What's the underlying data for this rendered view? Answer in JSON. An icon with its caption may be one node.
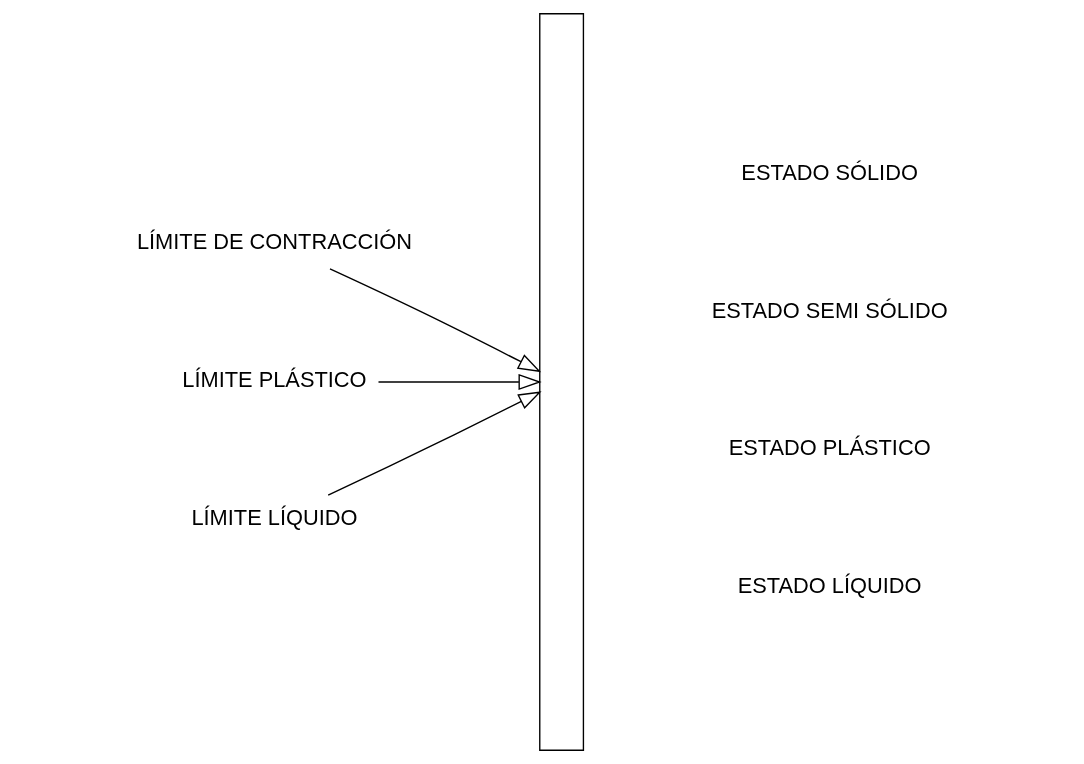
{
  "diagram": {
    "nodes": [
      {
        "text": [],
        "shape": "bar"
      },
      {
        "text": [
          "LÍMITE DE CONTRACCIÓN"
        ]
      },
      {
        "text": [
          "LÍMITE PLÁSTICO"
        ]
      },
      {
        "text": [
          "LÍMITE LÍQUIDO"
        ]
      }
    ],
    "edges": [
      {
        "from": 1,
        "to": 0,
        "arrow": "to"
      },
      {
        "from": 2,
        "to": 0,
        "arrow": "to"
      },
      {
        "from": 3,
        "to": 0,
        "arrow": "to"
      }
    ],
    "labels": [
      "ESTADO SÓLIDO",
      "ESTADO SEMI SÓLIDO",
      "ESTADO PLÁSTICO",
      "ESTADO LÍQUIDO"
    ]
  }
}
